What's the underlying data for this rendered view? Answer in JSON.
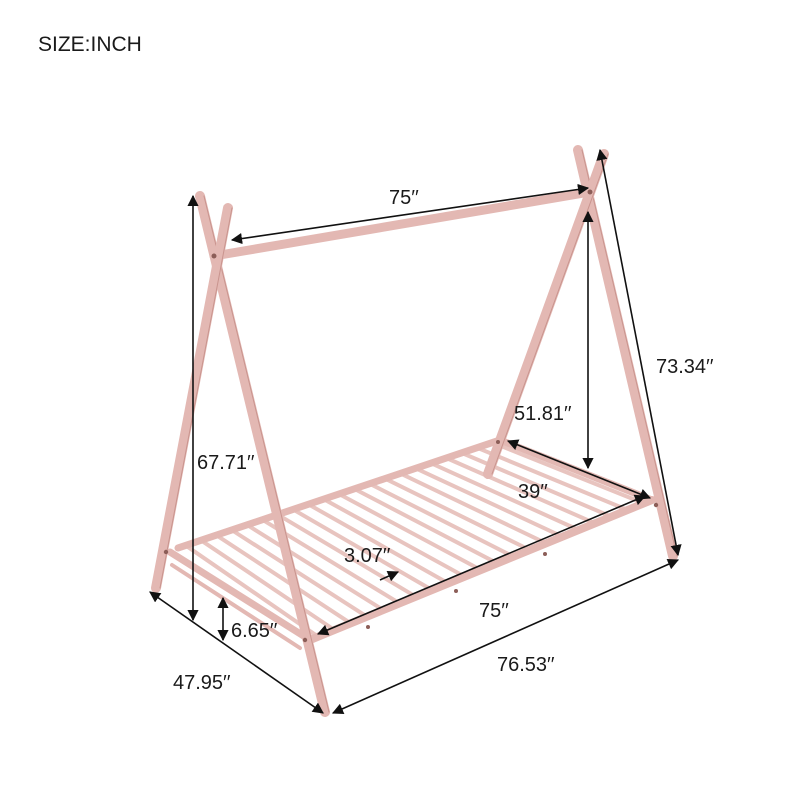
{
  "header": {
    "size_label": "SIZE:INCH"
  },
  "dimensions": {
    "top_bar_length": "75′′",
    "overall_height": "73.34′′",
    "inner_height": "51.81′′",
    "left_height": "67.71′′",
    "slat_width": "39′′",
    "slat_spacing": "3.07′′",
    "rail_length": "75′′",
    "floor_clearance": "6.65′′",
    "overall_width": "47.95′′",
    "overall_length": "76.53′′"
  },
  "colors": {
    "frame": "#e3b8b3",
    "frame_edge": "#c9948e",
    "dimension": "#111111"
  }
}
